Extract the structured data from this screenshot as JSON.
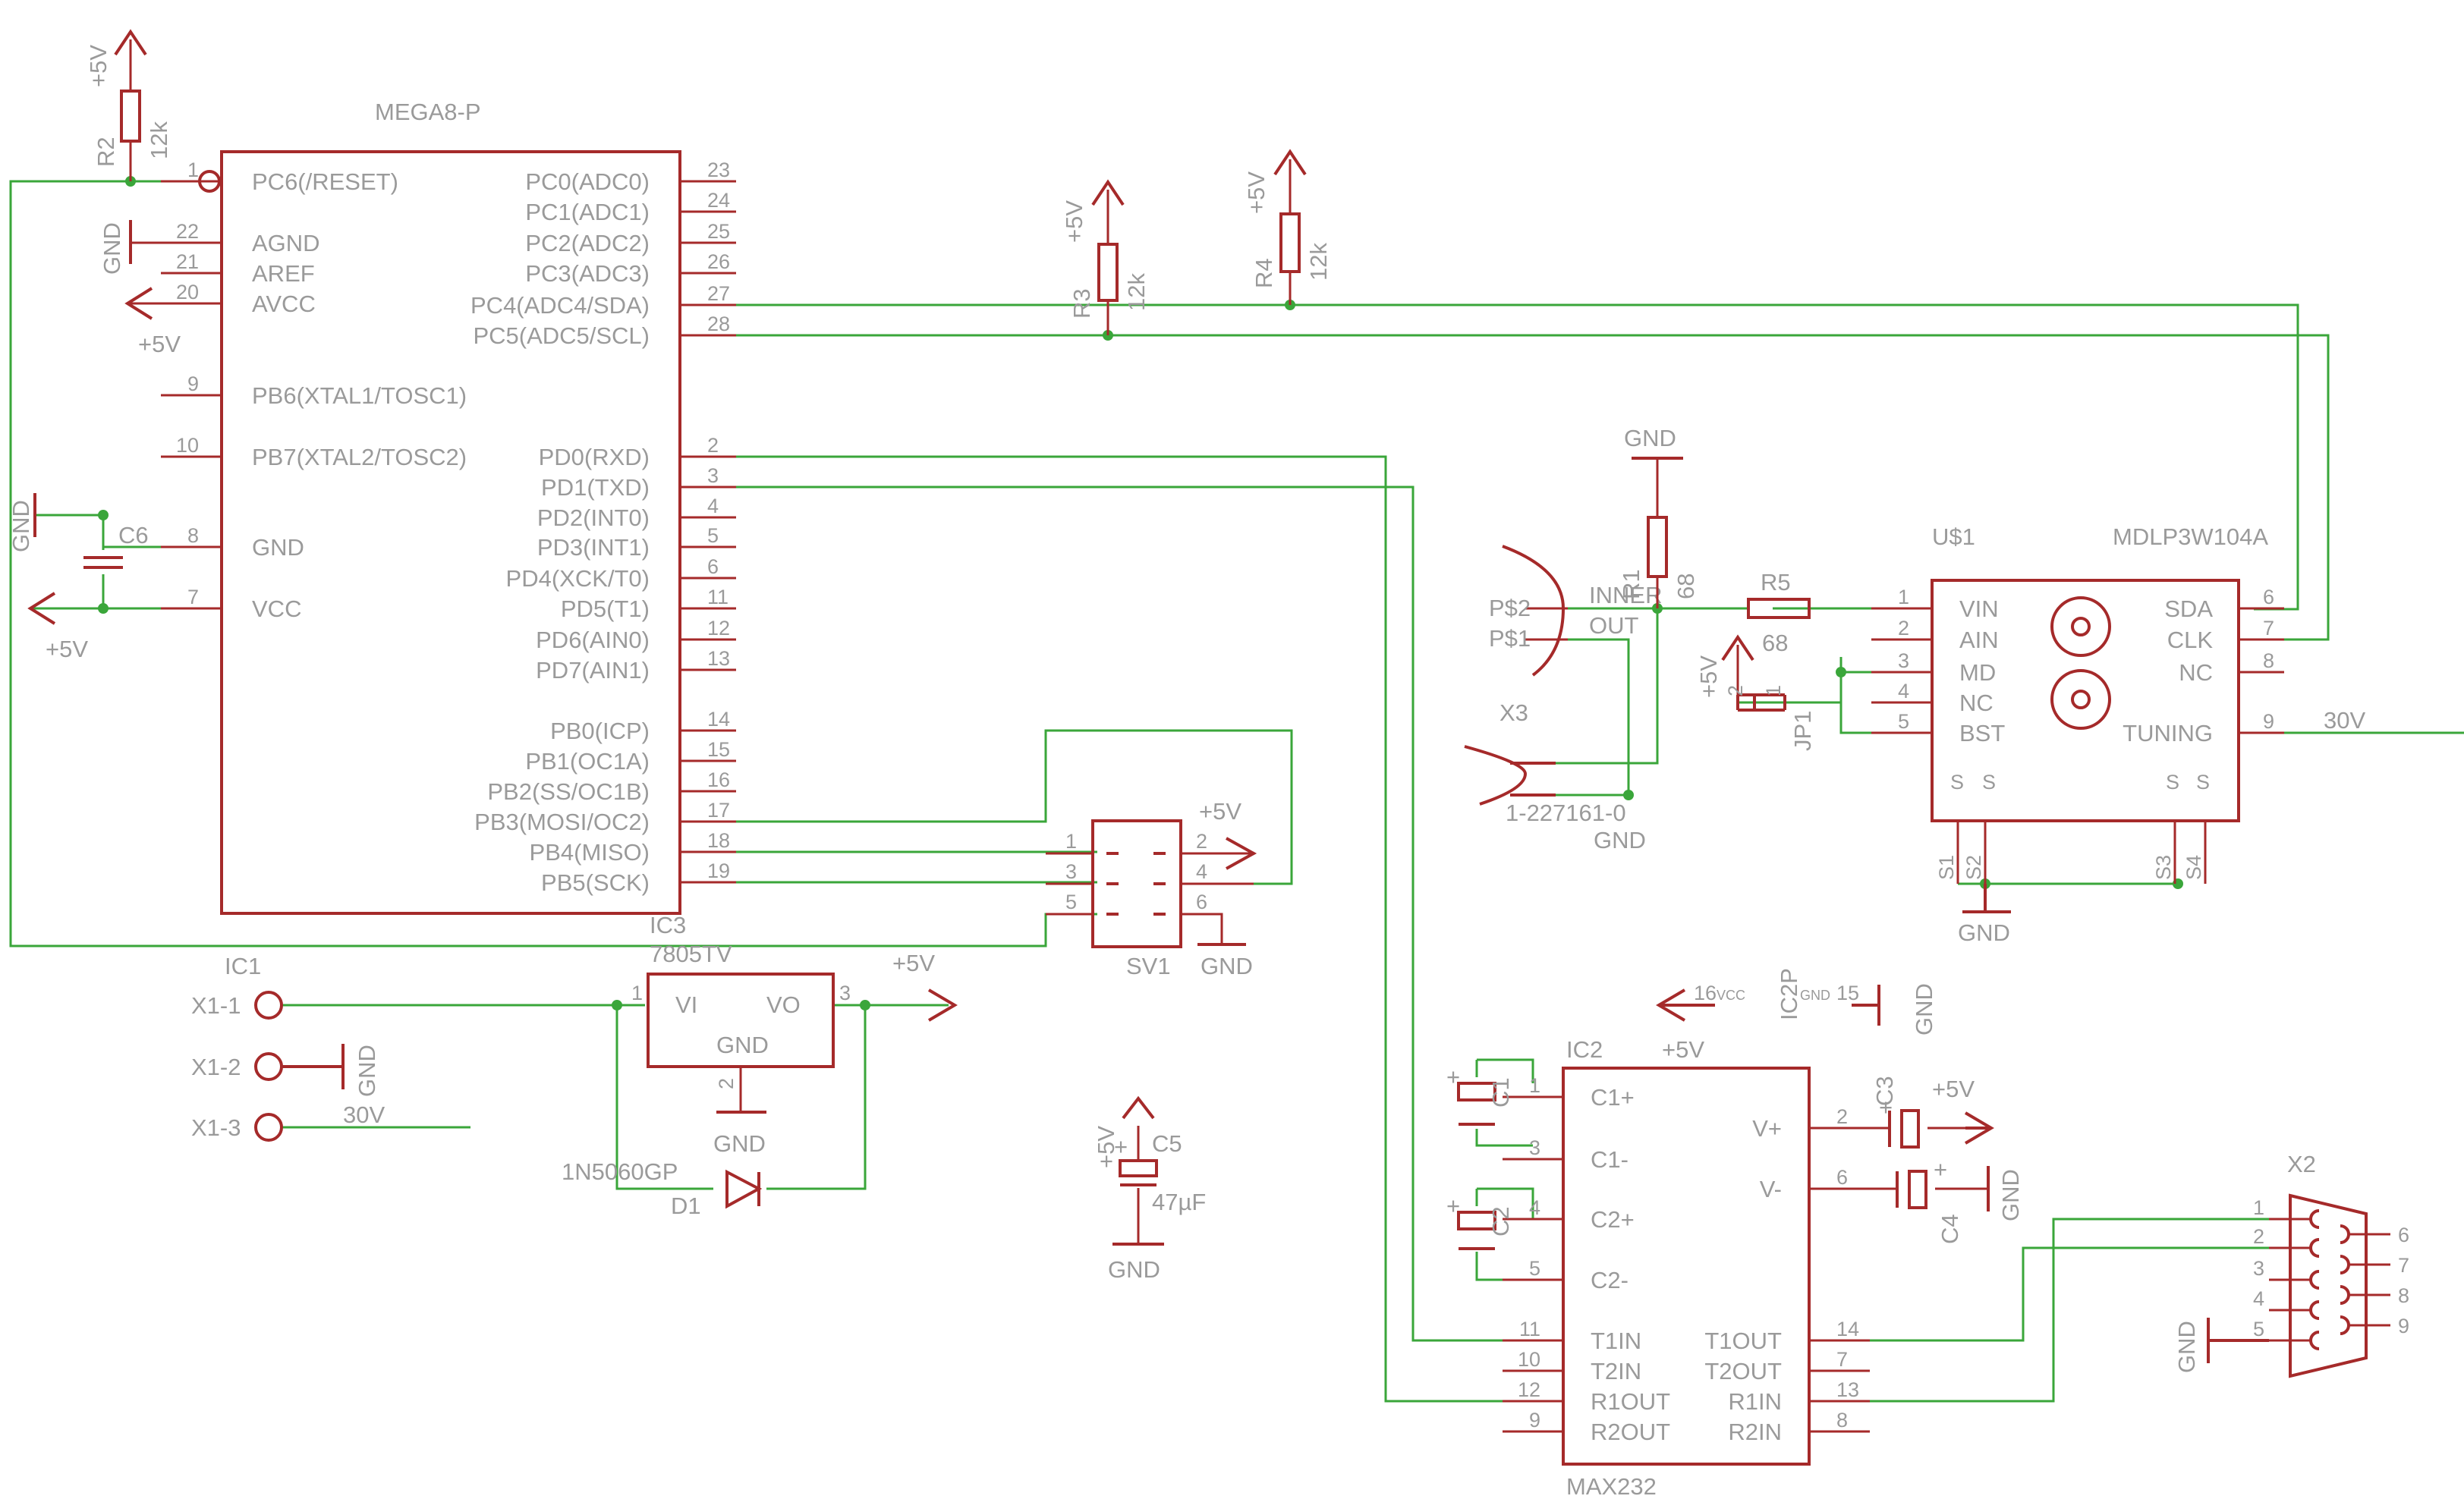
{
  "mcu": {
    "name": "MEGA8-P",
    "left_pins": [
      {
        "num": "1",
        "label": "PC6(/RESET)"
      },
      {
        "num": "22",
        "label": "AGND"
      },
      {
        "num": "21",
        "label": "AREF"
      },
      {
        "num": "20",
        "label": "AVCC"
      },
      {
        "num": "9",
        "label": "PB6(XTAL1/TOSC1)"
      },
      {
        "num": "10",
        "label": "PB7(XTAL2/TOSC2)"
      },
      {
        "num": "8",
        "label": "GND"
      },
      {
        "num": "7",
        "label": "VCC"
      }
    ],
    "right_pins": [
      {
        "num": "23",
        "label": "PC0(ADC0)"
      },
      {
        "num": "24",
        "label": "PC1(ADC1)"
      },
      {
        "num": "25",
        "label": "PC2(ADC2)"
      },
      {
        "num": "26",
        "label": "PC3(ADC3)"
      },
      {
        "num": "27",
        "label": "PC4(ADC4/SDA)"
      },
      {
        "num": "28",
        "label": "PC5(ADC5/SCL)"
      },
      {
        "num": "2",
        "label": "PD0(RXD)"
      },
      {
        "num": "3",
        "label": "PD1(TXD)"
      },
      {
        "num": "4",
        "label": "PD2(INT0)"
      },
      {
        "num": "5",
        "label": "PD3(INT1)"
      },
      {
        "num": "6",
        "label": "PD4(XCK/T0)"
      },
      {
        "num": "11",
        "label": "PD5(T1)"
      },
      {
        "num": "12",
        "label": "PD6(AIN0)"
      },
      {
        "num": "13",
        "label": "PD7(AIN1)"
      },
      {
        "num": "14",
        "label": "PB0(ICP)"
      },
      {
        "num": "15",
        "label": "PB1(OC1A)"
      },
      {
        "num": "16",
        "label": "PB2(SS/OC1B)"
      },
      {
        "num": "17",
        "label": "PB3(MOSI/OC2)"
      },
      {
        "num": "18",
        "label": "PB4(MISO)"
      },
      {
        "num": "19",
        "label": "PB5(SCK)"
      }
    ]
  },
  "max232": {
    "name": "MAX232",
    "ref": "IC2",
    "left_pins": [
      {
        "num": "1",
        "label": "C1+"
      },
      {
        "num": "3",
        "label": "C1-"
      },
      {
        "num": "4",
        "label": "C2+"
      },
      {
        "num": "5",
        "label": "C2-"
      },
      {
        "num": "11",
        "label": "T1IN"
      },
      {
        "num": "10",
        "label": "T2IN"
      },
      {
        "num": "12",
        "label": "R1OUT"
      },
      {
        "num": "9",
        "label": "R2OUT"
      }
    ],
    "right_pins": [
      {
        "num": "2",
        "label": "V+"
      },
      {
        "num": "6",
        "label": "V-"
      },
      {
        "num": "14",
        "label": "T1OUT"
      },
      {
        "num": "7",
        "label": "T2OUT"
      },
      {
        "num": "13",
        "label": "R1IN"
      },
      {
        "num": "8",
        "label": "R2IN"
      }
    ]
  },
  "ic2p": {
    "ref": "IC2P",
    "pin_vcc": "16",
    "vcc": "VCC",
    "gnd": "GND",
    "pin_gnd": "15"
  },
  "module": {
    "ref": "U$1",
    "name": "MDLP3W104A",
    "left_pins": [
      {
        "num": "1",
        "label": "VIN"
      },
      {
        "num": "2",
        "label": "AIN"
      },
      {
        "num": "3",
        "label": "MD"
      },
      {
        "num": "4",
        "label": "NC"
      },
      {
        "num": "5",
        "label": "BST"
      }
    ],
    "right_pins": [
      {
        "num": "6",
        "label": "SDA"
      },
      {
        "num": "7",
        "label": "CLK"
      },
      {
        "num": "8",
        "label": "NC"
      },
      {
        "num": "9",
        "label": "TUNING"
      }
    ],
    "s_label": "S",
    "bottom_pins": [
      "S1",
      "S2",
      "S3",
      "S4"
    ]
  },
  "regulator": {
    "ref": "IC3",
    "name": "7805TV",
    "vi": "VI",
    "vo": "VO",
    "gnd": "GND",
    "pin1": "1",
    "pin2": "2",
    "pin3": "3"
  },
  "diode": {
    "ref": "D1",
    "name": "1N5060GP"
  },
  "header": {
    "ref": "SV1",
    "pins": [
      "1",
      "2",
      "3",
      "4",
      "5",
      "6"
    ]
  },
  "terminal": {
    "ref": "IC1",
    "pins": [
      "X1-1",
      "X1-2",
      "X1-3"
    ]
  },
  "dsub": {
    "ref": "X2",
    "left": [
      "1",
      "2",
      "3",
      "4",
      "5"
    ],
    "right": [
      "6",
      "7",
      "8",
      "9"
    ]
  },
  "jack": {
    "ref": "X3",
    "name": "1-227161-0",
    "ps2": "P$2",
    "ps1": "P$1",
    "inner": "INNER",
    "out": "OUT"
  },
  "jumper": {
    "ref": "JP1",
    "p1": "1",
    "p2": "2"
  },
  "resistors": [
    {
      "ref": "R1",
      "value": "68"
    },
    {
      "ref": "R2",
      "value": "12k"
    },
    {
      "ref": "R3",
      "value": "12k"
    },
    {
      "ref": "R4",
      "value": "12k"
    },
    {
      "ref": "R5",
      "value": "68"
    }
  ],
  "capacitors": [
    {
      "ref": "C1"
    },
    {
      "ref": "C2"
    },
    {
      "ref": "C3"
    },
    {
      "ref": "C4"
    },
    {
      "ref": "C5",
      "value": "47µF"
    },
    {
      "ref": "C6"
    }
  ],
  "labels": {
    "vcc": "+5V",
    "gnd": "GND",
    "v30": "30V",
    "plus": "+"
  }
}
